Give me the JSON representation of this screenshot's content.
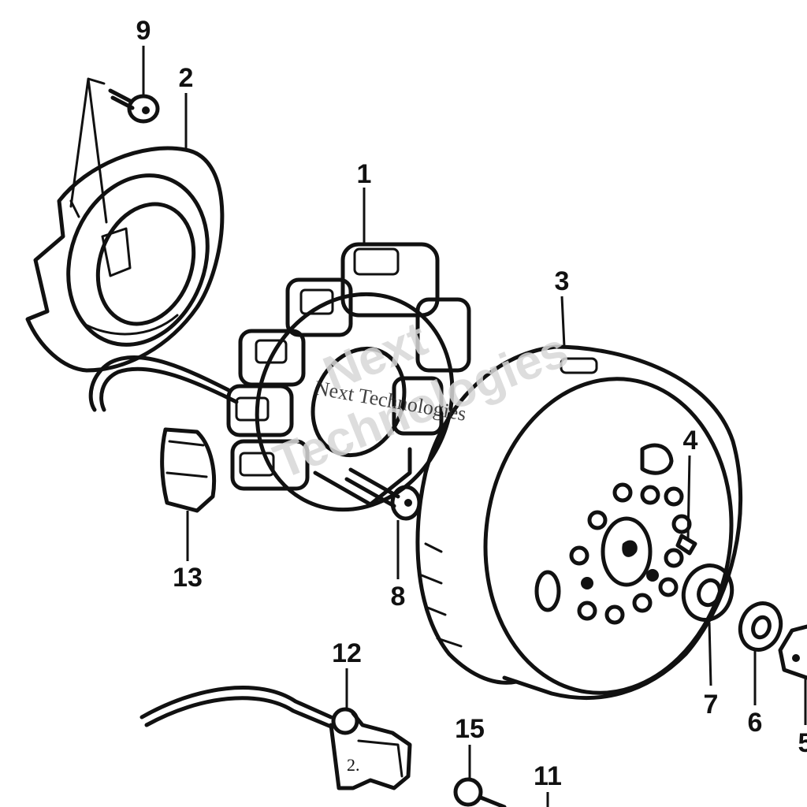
{
  "watermark": {
    "large_line1": "Next",
    "large_line2": "Technologies",
    "small": "Next Technologies"
  },
  "callouts": [
    {
      "number": "1"
    },
    {
      "number": "2"
    },
    {
      "number": "3"
    },
    {
      "number": "4"
    },
    {
      "number": "5"
    },
    {
      "number": "6"
    },
    {
      "number": "7"
    },
    {
      "number": "8"
    },
    {
      "number": "9"
    },
    {
      "number": "11"
    },
    {
      "number": "12"
    },
    {
      "number": "13"
    },
    {
      "number": "15"
    }
  ],
  "pickup_marking": "2."
}
